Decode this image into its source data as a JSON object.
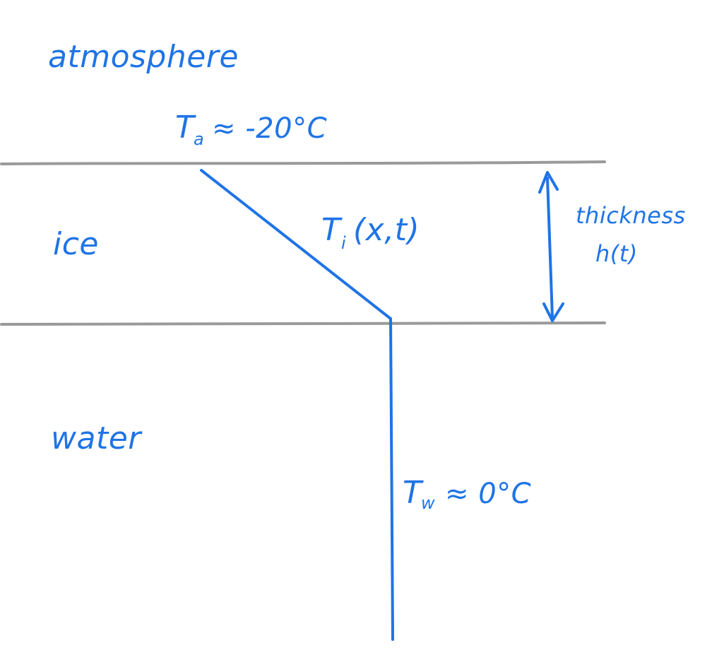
{
  "colors": {
    "ink": "#1f74e6",
    "boundary": "#9a9a9a",
    "background": "#ffffff"
  },
  "labels": {
    "atmosphere": "atmosphere",
    "ice": "ice",
    "water": "water",
    "air_temp_symbol": "T",
    "air_temp_sub": "a",
    "air_temp_value": "≈ -20°C",
    "ice_temp_symbol": "T",
    "ice_temp_sub": "i",
    "ice_temp_args": "(x,t)",
    "water_temp_symbol": "T",
    "water_temp_sub": "w",
    "water_temp_value": "≈ 0°C",
    "thickness": "thickness",
    "thickness_expr": "h(t)"
  },
  "icons": {
    "thickness_arrow": "double-headed-vertical-arrow"
  }
}
